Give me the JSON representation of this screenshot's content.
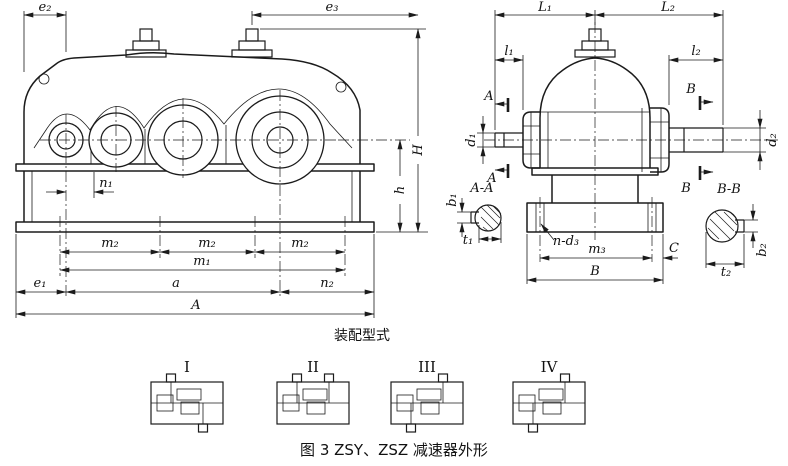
{
  "figure": {
    "caption": "图 3 ZSY、ZSZ 减速器外形",
    "assembly_title": "装配型式",
    "assembly_types": [
      "I",
      "II",
      "III",
      "IV"
    ]
  },
  "front_view": {
    "labels": {
      "e1": "e₁",
      "e2": "e₂",
      "e3": "e₃",
      "H": "H",
      "h": "h",
      "n1": "n₁",
      "n2": "n₂",
      "m1": "m₁",
      "m2": "m₂",
      "a": "a",
      "A": "A"
    }
  },
  "side_view": {
    "labels": {
      "L1": "L₁",
      "L2": "L₂",
      "l1": "l₁",
      "l2": "l₂",
      "d1": "d₁",
      "d2": "d₂",
      "b1": "b₁",
      "b2": "b₂",
      "t1": "t₁",
      "t2": "t₂",
      "m3": "m₃",
      "B": "B",
      "C": "C",
      "n_d3": "n-d₃"
    },
    "sections": {
      "A": "A",
      "B": "B",
      "AA": "A-A",
      "BB": "B-B"
    }
  },
  "line_color": "#1b1b1b"
}
